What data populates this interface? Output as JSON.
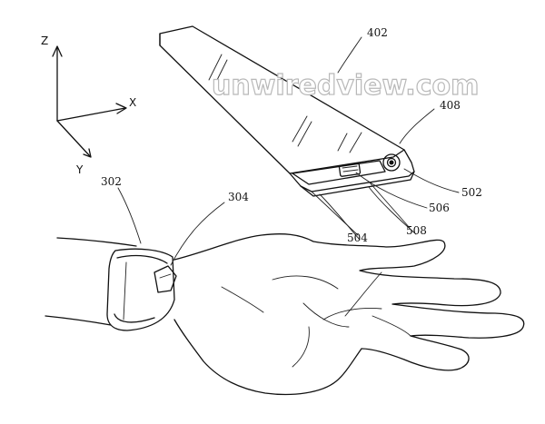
{
  "axes": {
    "z": "Z",
    "x": "X",
    "y": "Y"
  },
  "watermark": {
    "line1": "unwiredview.com"
  },
  "labels": {
    "device": "402",
    "button": "408",
    "wristband": "302",
    "strap_part": "304",
    "lens": "502",
    "sensor_506": "506",
    "sensor_508": "508",
    "sensor_504": "504"
  }
}
